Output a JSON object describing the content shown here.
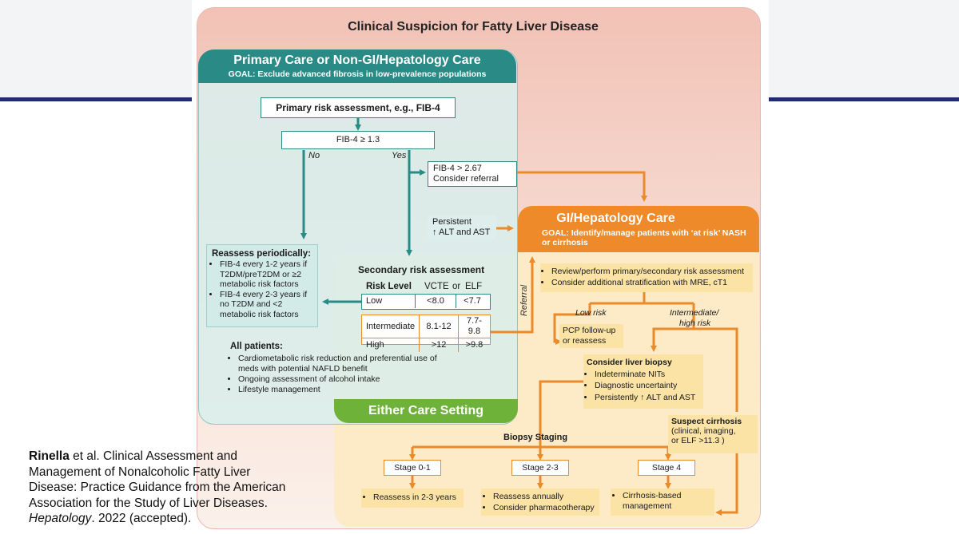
{
  "title": "Clinical Suspicion for Fatty Liver Disease",
  "primary": {
    "header": "Primary Care or Non-GI/Hepatology Care",
    "goal": "GOAL: Exclude advanced fibrosis in low-prevalence populations",
    "risk_assessment": "Primary risk assessment, e.g., FIB-4",
    "fib4_check": "FIB-4 ≥ 1.3",
    "no_label": "No",
    "yes_label": "Yes",
    "fib4_high_line1": "FIB-4 > 2.67",
    "fib4_high_line2": "Consider referral",
    "persistent_line1": "Persistent",
    "persistent_line2": "↑ ALT and AST",
    "reassess_title": "Reassess periodically:",
    "reassess_items": [
      "FIB-4 every 1-2 years if T2DM/preT2DM or ≥2 metabolic risk factors",
      "FIB-4 every 2-3 years if no T2DM and <2 metabolic risk factors"
    ]
  },
  "secondary": {
    "title": "Secondary risk assessment",
    "col_risk": "Risk Level",
    "col_vcte": "VCTE",
    "col_or": "or",
    "col_elf": "ELF",
    "rows": [
      {
        "level": "Low",
        "vcte": "<8.0",
        "elf": "<7.7"
      },
      {
        "level": "Intermediate",
        "vcte": "8.1-12",
        "elf": "7.7-9.8"
      },
      {
        "level": "High",
        "vcte": ">12",
        "elf": ">9.8"
      }
    ],
    "referral_label": "Referral"
  },
  "all_patients": {
    "title": "All patients:",
    "items": [
      "Cardiometabolic risk reduction and preferential use of meds with potential NAFLD benefit",
      "Ongoing assessment of alcohol intake",
      "Lifestyle management"
    ]
  },
  "either_care": "Either Care Setting",
  "gi": {
    "header": "GI/Hepatology Care",
    "goal": "GOAL: Identify/manage patients with ‘at risk’ NASH or cirrhosis",
    "review_items": [
      "Review/perform primary/secondary risk assessment",
      "Consider additional stratification with MRE, cT1"
    ],
    "low_risk": "Low risk",
    "intermediate_high_risk_line1": "Intermediate/",
    "intermediate_high_risk_line2": "high risk",
    "pcp_line1": "PCP follow-up",
    "pcp_line2": "or reassess",
    "biopsy_title": "Consider liver biopsy",
    "biopsy_items": [
      "Indeterminate NITs",
      "Diagnostic uncertainty",
      "Persistently ↑ ALT and AST"
    ],
    "cirrhosis_title": "Suspect cirrhosis",
    "cirrhosis_line1": "(clinical, imaging,",
    "cirrhosis_line2": "or ELF >11.3 )"
  },
  "staging": {
    "title": "Biopsy Staging",
    "stages": [
      "Stage 0-1",
      "Stage 2-3",
      "Stage 4"
    ],
    "stage01_outcome": "Reassess in 2-3 years",
    "stage23_outcomes": [
      "Reassess annually",
      "Consider pharmacotherapy"
    ],
    "stage4_line1": "Cirrhosis-based",
    "stage4_line2": "management"
  },
  "citation": {
    "author": "Rinella",
    "line1_rest": " et al. Clinical Assessment and",
    "line2": "Management of Nonalcoholic Fatty Liver",
    "line3": "Disease: Practice Guidance from the American",
    "line4": "Association for the Study of Liver Diseases.",
    "journal": "Hepatology",
    "line5_rest": ". 2022 (accepted)."
  },
  "colors": {
    "teal": "#2a8a86",
    "orange": "#ea8a2a",
    "green": "#6fb23a",
    "navy": "#1f2d6e"
  }
}
